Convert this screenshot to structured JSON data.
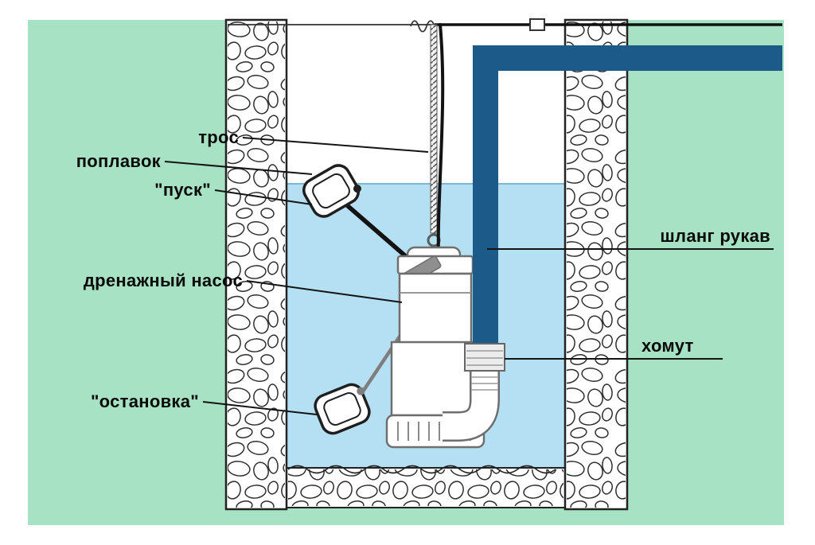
{
  "labels": {
    "rope": "трос",
    "float": "поплавок",
    "start": "\"пуск\"",
    "pump": "дренажный насос",
    "stop": "\"остановка\"",
    "hose": "шланг рукав",
    "clamp": "хомут"
  },
  "colors": {
    "background": "#a8e2c4",
    "water": "#b5e0f4",
    "pipe": "#1c5a8a",
    "wall_fill": "#ffffff",
    "stone_outline": "#2e2e2e"
  }
}
